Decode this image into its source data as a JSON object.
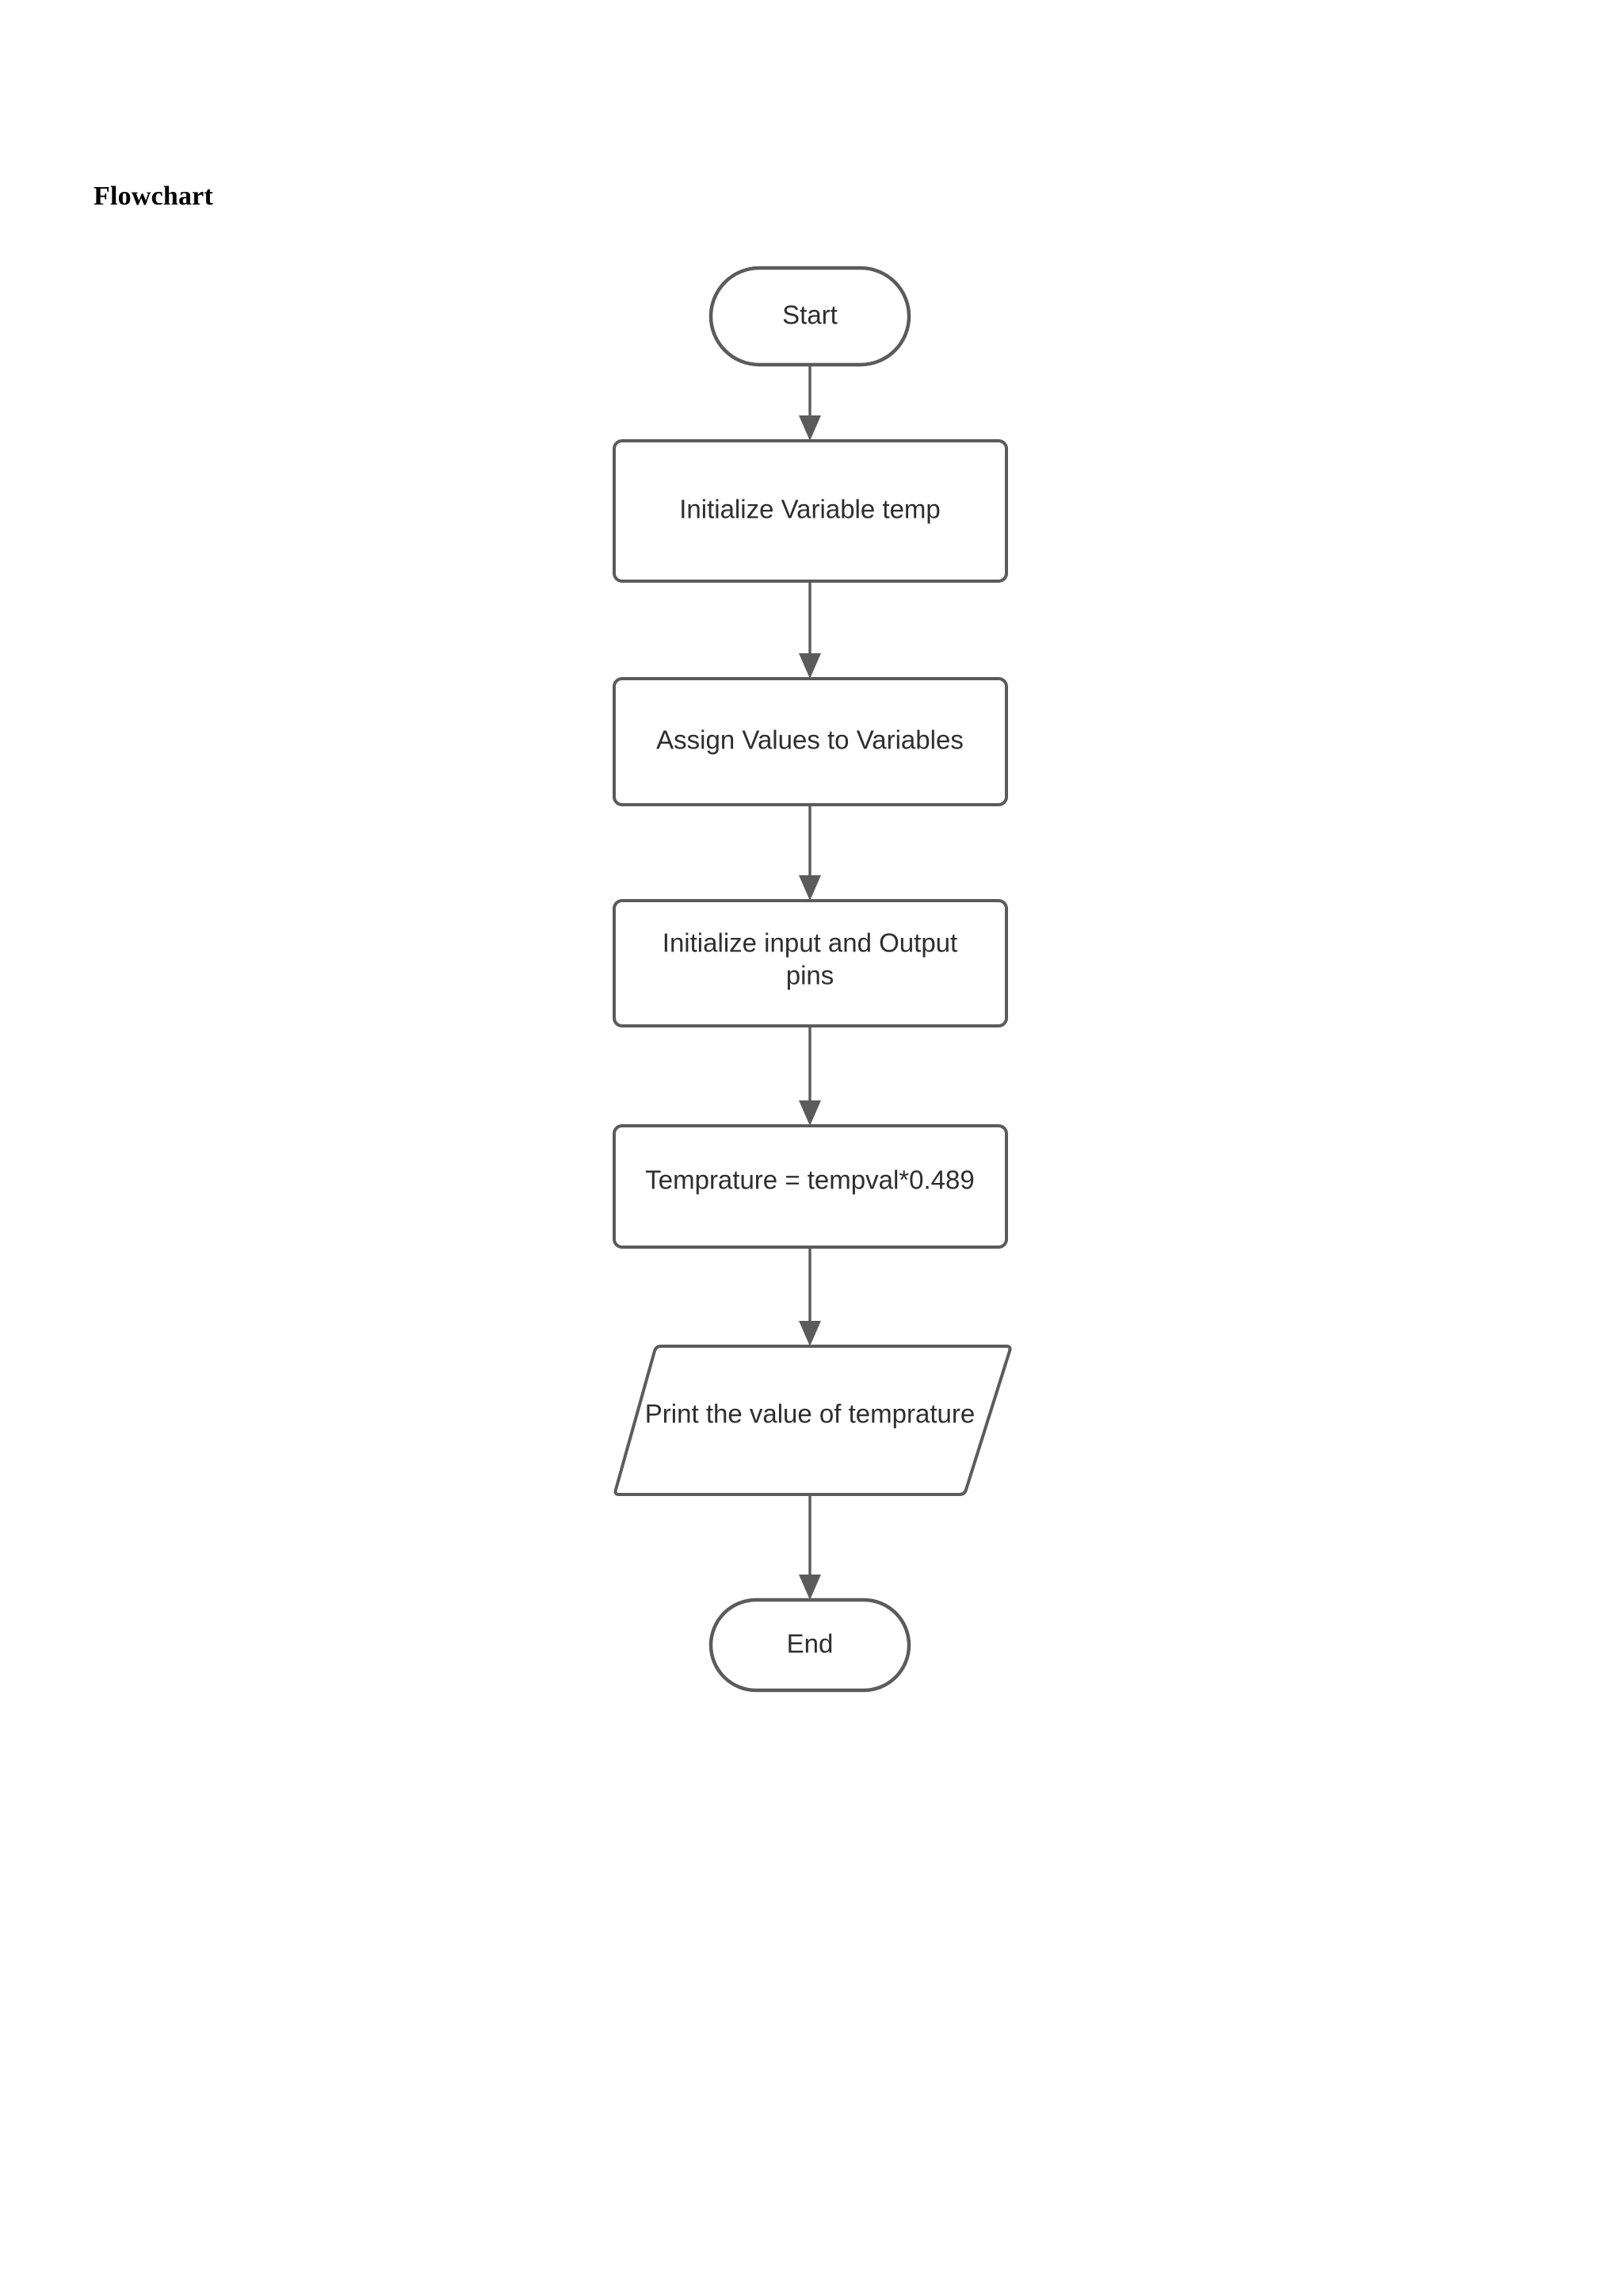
{
  "document": {
    "title": "Flowchart",
    "background_color": "#ffffff"
  },
  "theme": {
    "stroke_color": "#5b5b5b",
    "text_color": "#2e2e2e",
    "node_fill": "#ffffff",
    "title_color": "#000000"
  },
  "chart_data": {
    "type": "diagram",
    "diagram_type": "flowchart",
    "title": "Flowchart",
    "orientation": "top-to-bottom",
    "nodes": [
      {
        "id": "start",
        "shape": "terminator",
        "label": "Start"
      },
      {
        "id": "init",
        "shape": "process",
        "label": "Initialize Variable temp"
      },
      {
        "id": "assign",
        "shape": "process",
        "label": "Assign Values to Variables"
      },
      {
        "id": "pins",
        "shape": "process",
        "label_line1": "Initialize input and Output",
        "label_line2": "pins",
        "label": "Initialize input and Output pins"
      },
      {
        "id": "formula",
        "shape": "process",
        "label": "Temprature = tempval*0.489"
      },
      {
        "id": "print",
        "shape": "parallelogram",
        "label": "Print the value of temprature"
      },
      {
        "id": "end",
        "shape": "terminator",
        "label": "End"
      }
    ],
    "edges": [
      {
        "from": "start",
        "to": "init",
        "label": ""
      },
      {
        "from": "init",
        "to": "assign",
        "label": ""
      },
      {
        "from": "assign",
        "to": "pins",
        "label": ""
      },
      {
        "from": "pins",
        "to": "formula",
        "label": ""
      },
      {
        "from": "formula",
        "to": "print",
        "label": ""
      },
      {
        "from": "print",
        "to": "end",
        "label": ""
      }
    ]
  },
  "nodes": {
    "start": {
      "label": "Start"
    },
    "init": {
      "label": "Initialize Variable temp"
    },
    "assign": {
      "label": "Assign Values to Variables"
    },
    "pins": {
      "line1": "Initialize input and Output",
      "line2": "pins"
    },
    "formula": {
      "label": "Temprature = tempval*0.489"
    },
    "print": {
      "label": "Print the value of temprature"
    },
    "end": {
      "label": "End"
    }
  }
}
